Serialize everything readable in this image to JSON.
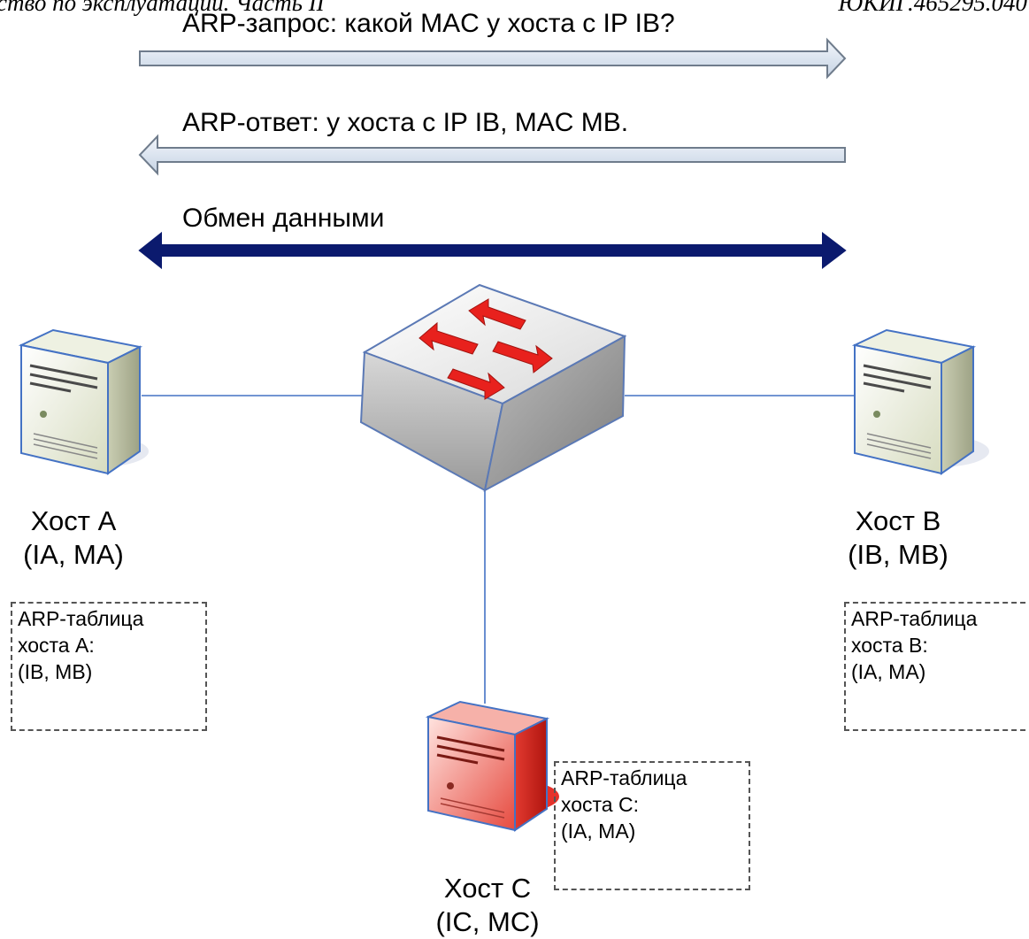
{
  "header": {
    "left": "ство по эксплуатации. Часть II",
    "right": "ЮКИГ.465295.040"
  },
  "messages": {
    "arp_request": "ARP-запрос: какой MAC у хоста с IP IB?",
    "arp_reply": "ARP-ответ: у хоста с IP IB, MAC MB.",
    "data_exchange": "Обмен данными"
  },
  "hosts": {
    "a": {
      "name": "Хост A",
      "addr": "(IA, MA)"
    },
    "b": {
      "name": "Хост B",
      "addr": "(IB, MB)"
    },
    "c": {
      "name": "Хост C",
      "addr": "(IC, MC)"
    }
  },
  "arp_tables": {
    "a": {
      "line1": "ARP-таблица",
      "line2": "хоста A:",
      "line3": "(IB, MB)"
    },
    "b": {
      "line1": "ARP-таблица",
      "line2": "хоста B:",
      "line3": "(IA, MA)"
    },
    "c": {
      "line1": "ARP-таблица",
      "line2": "хоста C:",
      "line3": "(IA, MA)"
    }
  },
  "colors": {
    "arrow_light_fill": "#dde6f2",
    "arrow_light_stroke": "#6f7c8c",
    "arrow_dark": "#0b1a6e",
    "link_line": "#4472c4",
    "switch_arrows": "#e8211d",
    "attacker_red": "#e5322b"
  }
}
